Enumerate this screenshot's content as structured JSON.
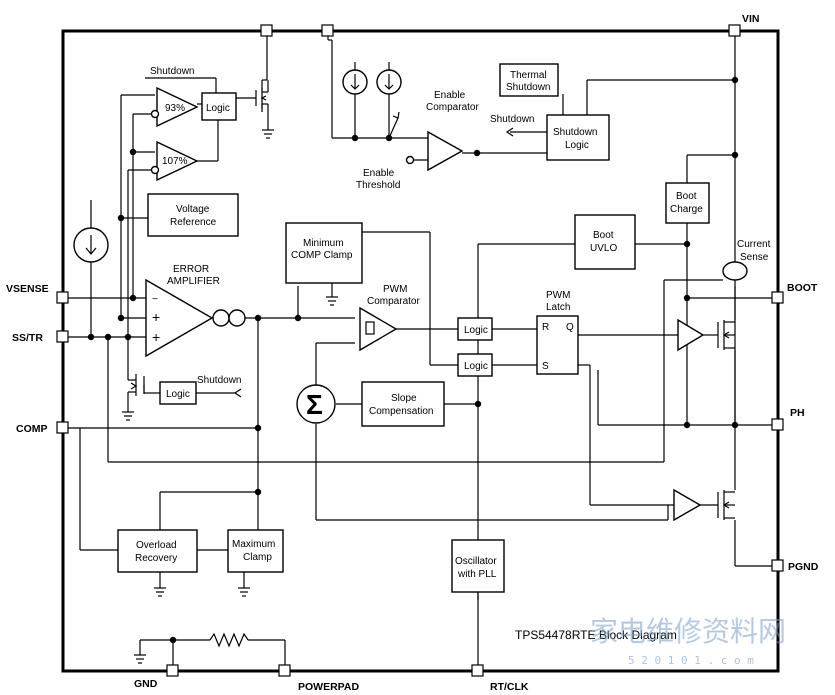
{
  "pins": {
    "vin": "VIN",
    "vsense": "VSENSE",
    "ss_tr": "SS/TR",
    "comp": "COMP",
    "boot": "BOOT",
    "ph": "PH",
    "pgnd": "PGND",
    "gnd": "GND",
    "powerpad": "POWERPAD",
    "rt_clk": "RT/CLK"
  },
  "blocks": {
    "logic": "Logic",
    "voltage_reference": [
      "Voltage",
      "Reference"
    ],
    "thermal_shutdown": [
      "Thermal",
      "Shutdown"
    ],
    "shutdown_logic": [
      "Shutdown",
      "Logic"
    ],
    "boot_charge": [
      "Boot",
      "Charge"
    ],
    "boot_uvlo": [
      "Boot",
      "UVLO"
    ],
    "min_comp_clamp": [
      "Minimum",
      "COMP Clamp"
    ],
    "slope_compensation": [
      "Slope",
      "Compensation"
    ],
    "overload_recovery": [
      "Overload",
      "Recovery"
    ],
    "maximum_clamp": [
      "Maximum",
      "Clamp"
    ],
    "oscillator": [
      "Oscillator",
      "with PLL"
    ]
  },
  "labels": {
    "shutdown": "Shutdown",
    "pct93": "93%",
    "pct107": "107%",
    "enable_comparator": [
      "Enable",
      "Comparator"
    ],
    "enable_threshold": [
      "Enable",
      "Threshold"
    ],
    "error_amplifier": [
      "ERROR",
      "AMPLIFIER"
    ],
    "pwm_comparator": [
      "PWM",
      "Comparator"
    ],
    "pwm_latch": [
      "PWM",
      "Latch"
    ],
    "latch_r": "R",
    "latch_q": "Q",
    "latch_s": "S",
    "current_sense": [
      "Current",
      "Sense"
    ],
    "sigma": "Σ",
    "plus": "+",
    "caption": "TPS54478RTE Block Diagram"
  },
  "watermark": {
    "main": "家电维修资料网",
    "sub": "5 2 0 1 0 1 . c o m"
  }
}
